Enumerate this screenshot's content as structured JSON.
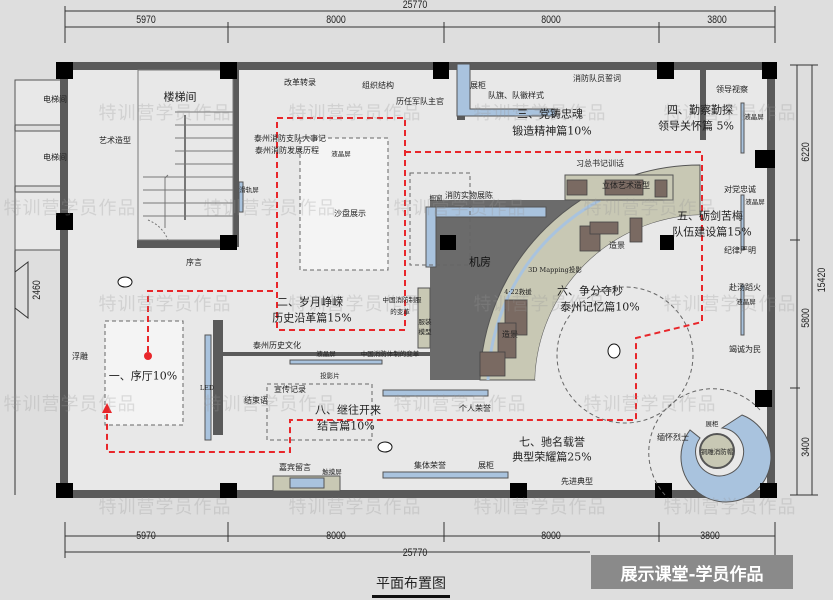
{
  "watermark": "特训营学员作品",
  "badge": "展示课堂-学员作品",
  "drawing_title": "平面布置图",
  "colors": {
    "route": "#e8262a",
    "wall": "#5a5a5a",
    "column": "#000000",
    "showcase": "#a9c3de",
    "machine_room": "#6b6b6b",
    "scenery_band": "#c8c8b4"
  },
  "dimensions": {
    "top_total": "25770",
    "bottom_total": "25770",
    "top_segments": [
      "5970",
      "8000",
      "8000",
      "3800"
    ],
    "bottom_segments": [
      "5970",
      "8000",
      "8000",
      "3800"
    ],
    "right_total": "15420",
    "right_segments": [
      "6220",
      "5800",
      "3400"
    ],
    "left_segment": "2460"
  },
  "rooms": {
    "elevator_1": "电梯间",
    "elevator_2": "电梯间",
    "stairwell": "楼梯间",
    "machine_room": "机房"
  },
  "zones": {
    "z1": {
      "title": "一、序厅10%"
    },
    "z2": {
      "title": "二、岁月峥嵘",
      "subtitle": "历史沿革篇15%"
    },
    "z3": {
      "title": "三、党铸忠魂",
      "subtitle": "锻造精神篇10%"
    },
    "z4": {
      "title": "四、勤察勤探",
      "subtitle": "领导关怀篇 5%"
    },
    "z5": {
      "title": "五、砺剑苦梅",
      "subtitle": "队伍建设篇15%"
    },
    "z6": {
      "title": "六、争分夺秒",
      "subtitle": "泰州记忆篇10%"
    },
    "z7": {
      "title": "七、驰名载誉",
      "subtitle": "典型荣耀篇25%"
    },
    "z8": {
      "title": "八、继往开来",
      "subtitle": "结言篇10%"
    }
  },
  "labels": {
    "art_shape": "艺术造型",
    "reform": "改革转录",
    "org": "组织结构",
    "commanders": "历任军队主官",
    "events_1": "泰州消防支队大事记",
    "events_2": "泰州消防发展历程",
    "lcd": "液晶屏",
    "slide_screen": "滑轨屏",
    "sand_table": "沙盘展示",
    "preface": "序言",
    "showcase": "展柜",
    "flags": "队旗、队徽样式",
    "oath": "消防队员誓词",
    "inspection": "领导视察",
    "xi_speech": "习总书记训话",
    "window": "橱窗",
    "equipment": "消防实物展陈",
    "art_3d": "立体艺术造型",
    "loyal": "对党忠诚",
    "discipline": "纪律严明",
    "scenery": "造景",
    "mapping": "3D Mapping投影",
    "rescue": "4·22救援",
    "fire": "赴汤蹈火",
    "serve": "竭诚为民",
    "relief": "浮雕",
    "led": "LED",
    "uniform_1": "中国消防制服",
    "uniform_2": "的变革",
    "model_1": "服装",
    "model_2": "模型",
    "taizhou_culture": "泰州历史文化",
    "system_reform": "中国消防体制的变革",
    "projection": "投影片",
    "publicity": "宣传记录",
    "closing": "结束语",
    "personal_honor": "个人荣誉",
    "martyrs": "缅怀烈士",
    "bronze_helmet": "铜雕消防帽",
    "guest_message": "嘉宾留言",
    "touch_screen": "触摸屏",
    "group_honor": "集体荣誉",
    "models": "先进典型"
  }
}
